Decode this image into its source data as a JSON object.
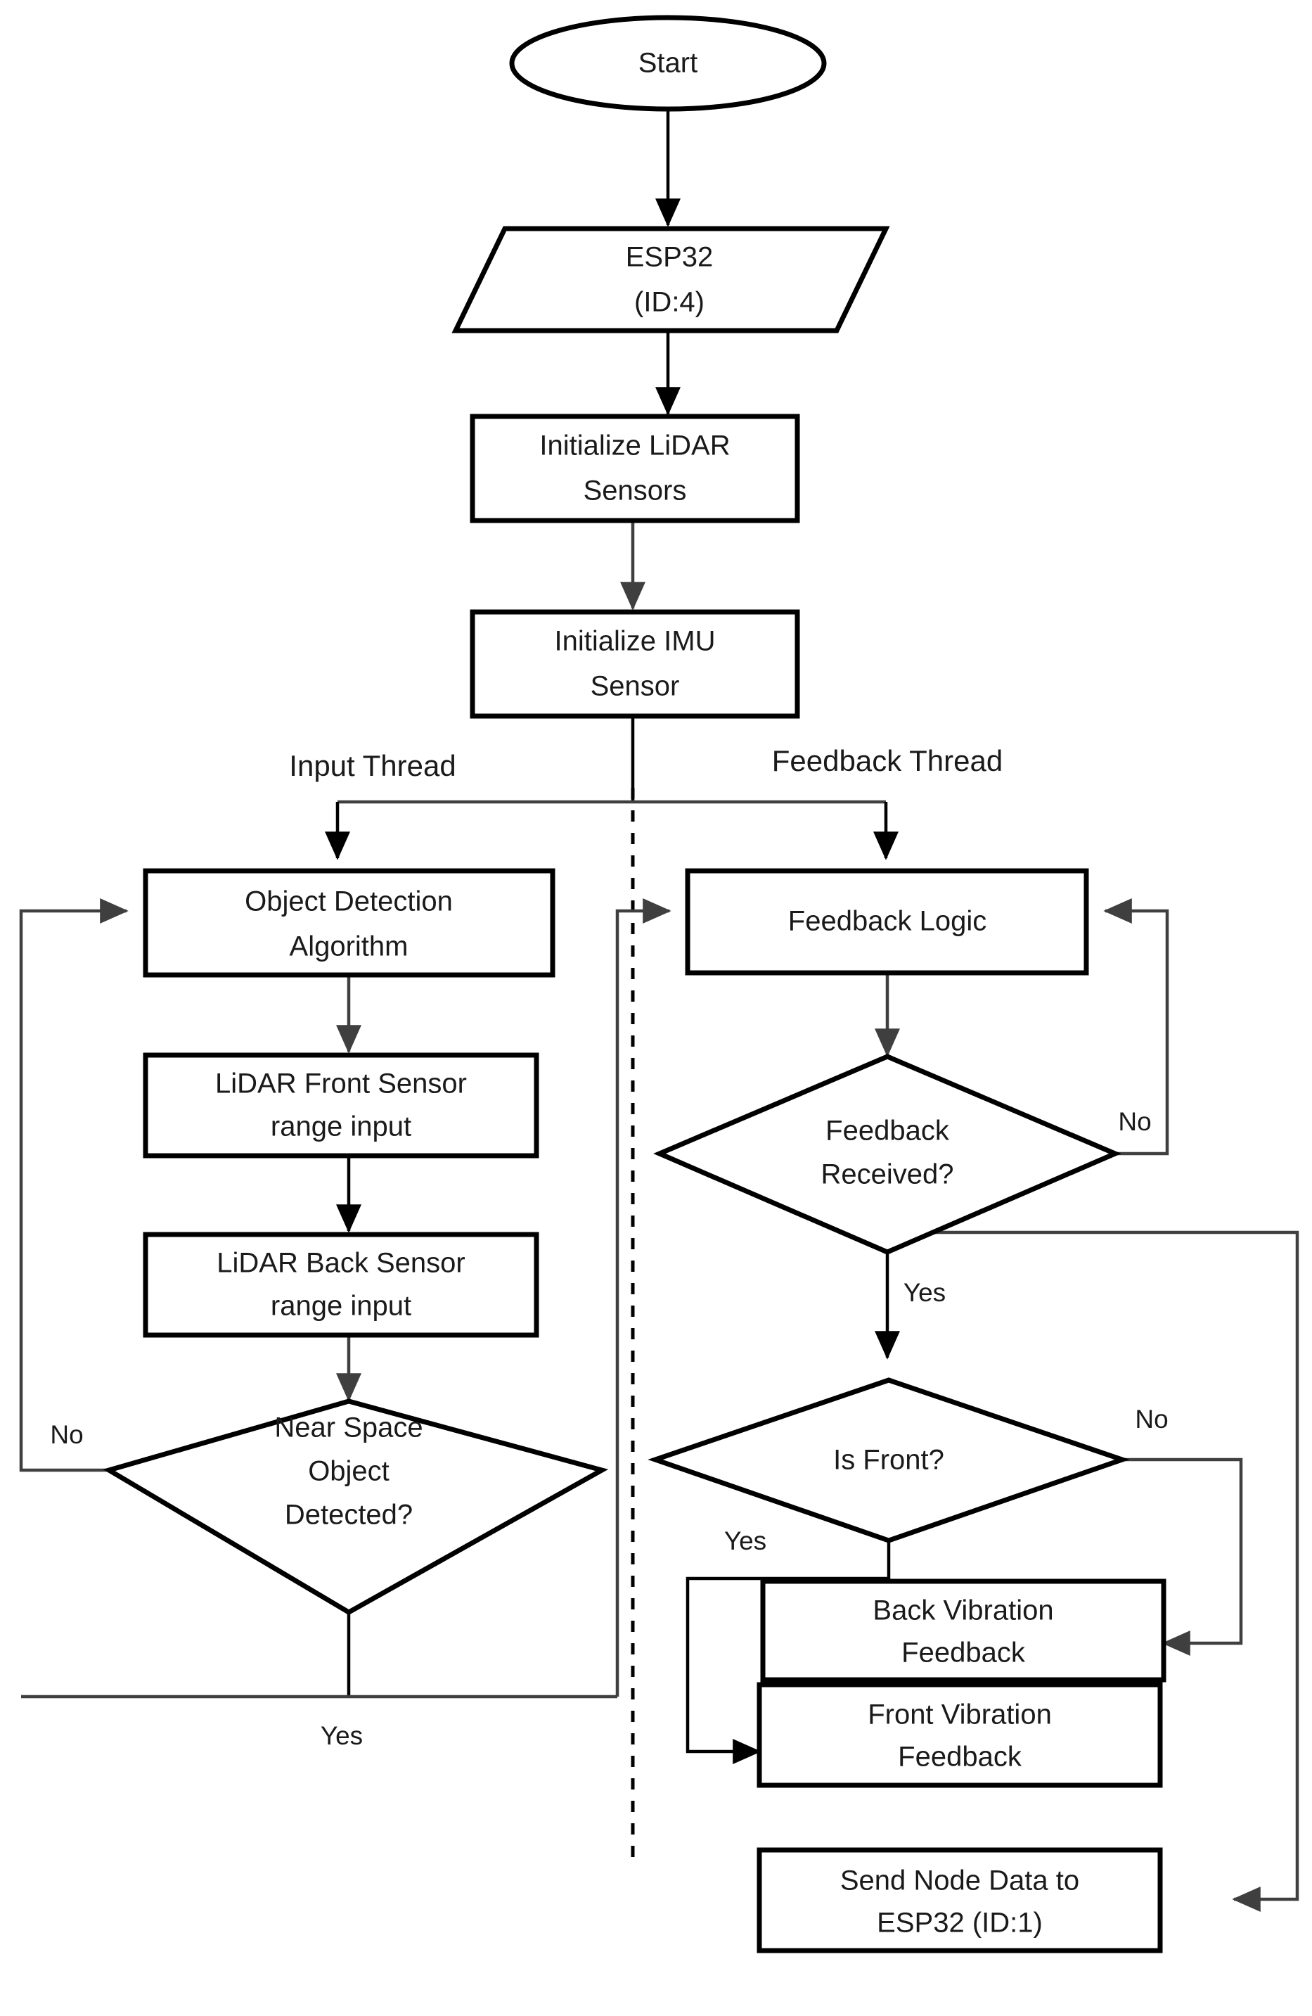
{
  "diagram": {
    "title": "ESP32 LiDAR Node Flowchart",
    "threads": {
      "left_label": "Input Thread",
      "right_label": "Feedback Thread"
    },
    "nodes": {
      "start": {
        "label": "Start",
        "shape": "ellipse"
      },
      "esp32_input": {
        "line1": "ESP32",
        "line2": "(ID:4)",
        "shape": "parallelogram"
      },
      "init_lidar": {
        "line1": "Initialize LiDAR",
        "line2": "Sensors",
        "shape": "process"
      },
      "init_imu": {
        "line1": "Initialize IMU",
        "line2": "Sensor",
        "shape": "process"
      },
      "object_detection": {
        "line1": "Object Detection",
        "line2": "Algorithm",
        "shape": "process"
      },
      "lidar_front": {
        "line1": "LiDAR Front Sensor",
        "line2": "range input",
        "shape": "process"
      },
      "lidar_back": {
        "line1": "LiDAR Back Sensor",
        "line2": "range input",
        "shape": "process"
      },
      "near_space": {
        "line1": "Near Space",
        "line2": "Object",
        "line3": "Detected?",
        "shape": "decision"
      },
      "feedback_logic": {
        "line1": "Feedback Logic",
        "shape": "process"
      },
      "feedback_received": {
        "line1": "Feedback",
        "line2": "Received?",
        "shape": "decision"
      },
      "is_front": {
        "line1": "Is Front?",
        "shape": "decision"
      },
      "back_vibration": {
        "line1": "Back Vibration",
        "line2": "Feedback",
        "shape": "process"
      },
      "front_vibration": {
        "line1": "Front Vibration",
        "line2": "Feedback",
        "shape": "process"
      },
      "send_node_data": {
        "line1": "Send Node Data to",
        "line2": "ESP32 (ID:1)",
        "shape": "process"
      }
    },
    "edge_labels": {
      "near_space_no": "No",
      "near_space_yes": "Yes",
      "feedback_received_no": "No",
      "feedback_received_yes": "Yes",
      "is_front_no": "No",
      "is_front_yes": "Yes"
    },
    "colors": {
      "stroke": "#000000",
      "connector": "#000000",
      "connector_gray": "#3f3f3f",
      "fill": "#ffffff",
      "text": "#1a1a1a"
    }
  }
}
